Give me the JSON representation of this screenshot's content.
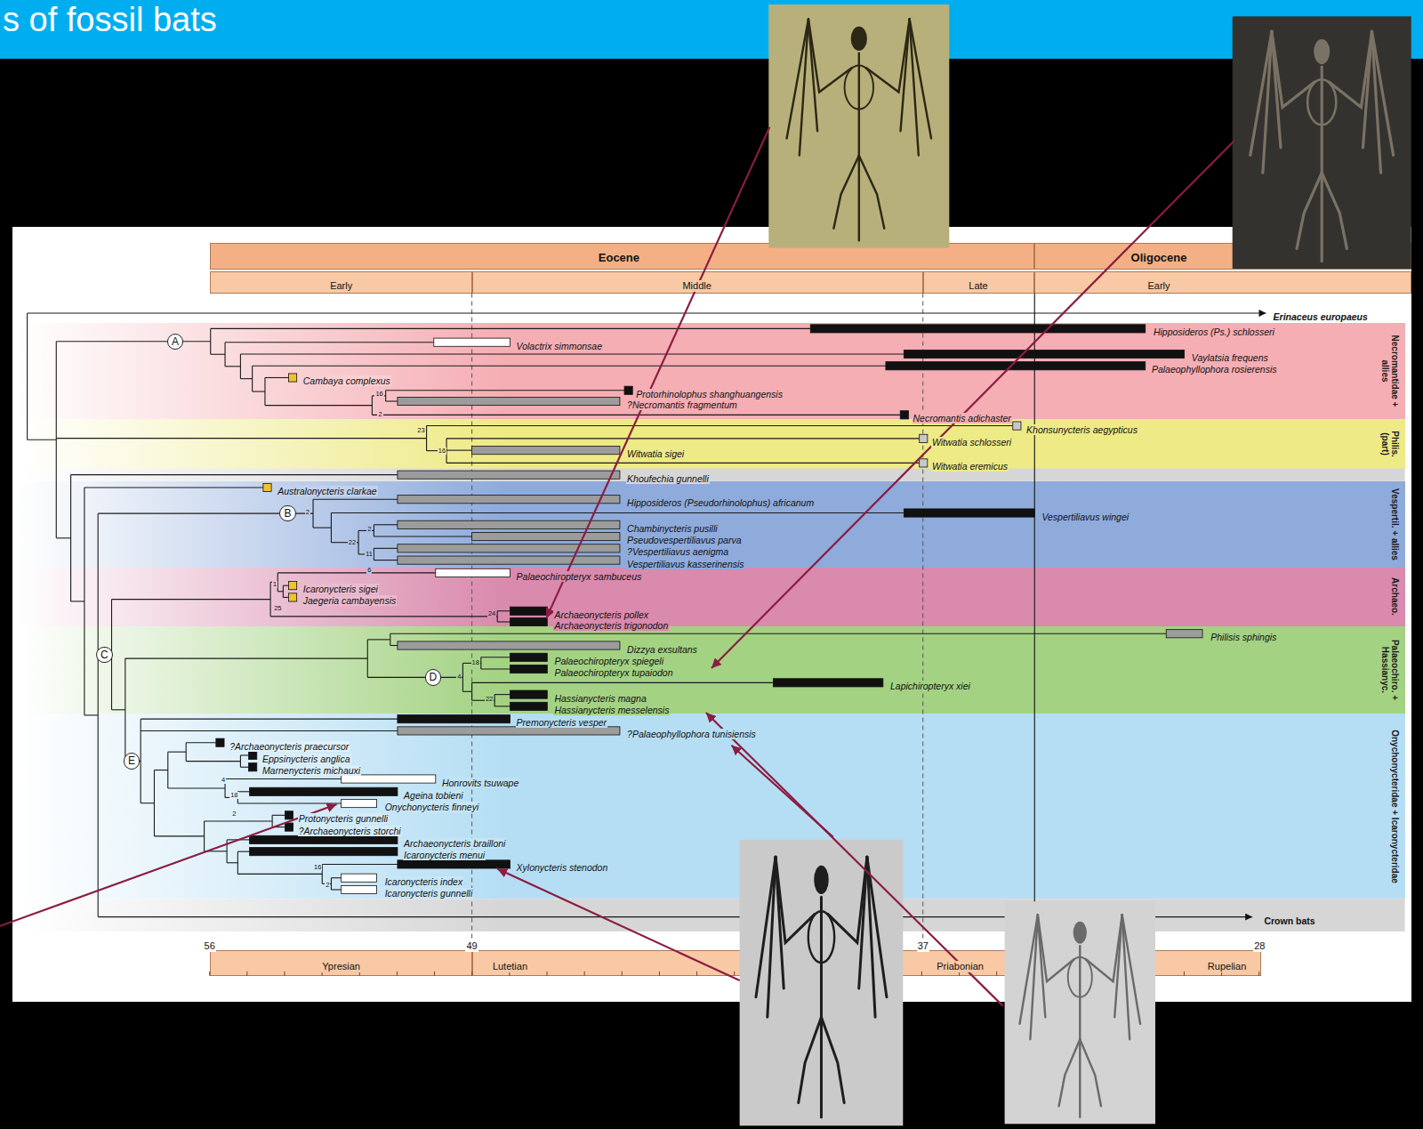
{
  "diagram": {
    "title": "s of fossil bats",
    "nodes": [
      {
        "text": [
          "Eocene"
        ]
      },
      {
        "text": [
          "Oligocene"
        ]
      },
      {
        "text": [
          "Early"
        ]
      },
      {
        "text": [
          "Middle"
        ]
      },
      {
        "text": [
          "Late"
        ]
      },
      {
        "text": [
          "Early"
        ]
      },
      {
        "text": [
          "Necromantidae + allies"
        ]
      },
      {
        "text": [
          "Philis. (part)"
        ]
      },
      {
        "text": [
          "Vespertil. + allies"
        ]
      },
      {
        "text": [
          "Archaeo."
        ]
      },
      {
        "text": [
          "Palaeochiro. + Hassianyc."
        ]
      },
      {
        "text": [
          "Onychonycteridae + Icaronycteridae"
        ]
      },
      {
        "text": [
          "A"
        ],
        "in": 6
      },
      {
        "text": [
          "B"
        ],
        "in": 8
      },
      {
        "text": [
          "C"
        ],
        "in": 10
      },
      {
        "text": [
          "D"
        ],
        "in": 10
      },
      {
        "text": [
          "E"
        ],
        "in": 11
      },
      {
        "text": [
          "Ypresian"
        ]
      },
      {
        "text": [
          "Lutetian"
        ]
      },
      {
        "text": [
          "Priabonian"
        ]
      },
      {
        "text": [
          "Rupelian"
        ]
      }
    ],
    "labels": [
      "Erinaceus europaeus",
      "Hipposideros (Ps.) schlosseri",
      "Volactrix simmonsae",
      "Vaylatsia frequens",
      "Palaeophyllophora rosierensis",
      "Cambaya complexus",
      "Protorhinolophus shanghuangensis",
      "?Necromantis fragmentum",
      "Necromantis adichaster",
      "Khonsunycteris aegypticus",
      "Witwatia schlosseri",
      "Witwatia sigei",
      "Witwatia eremicus",
      "Khoufechia gunnelli",
      "Australonycteris clarkae",
      "Hipposideros (Pseudorhinolophus) africanum",
      "Vespertiliavus wingei",
      "Chambinycteris pusilli",
      "Pseudovespertiliavus parva",
      "?Vespertiliavus aenigma",
      "Vespertiliavus kasserinensis",
      "Palaeochiropteryx sambuceus",
      "Icaronycteris sigei",
      "Jaegeria cambayensis",
      "Archaeonycteris pollex",
      "Archaeonycteris trigonodon",
      "Philisis sphingis",
      "Dizzya exsultans",
      "Palaeochiropteryx spiegeli",
      "Palaeochiropteryx tupaiodon",
      "Lapichiropteryx xiei",
      "Hassianycteris magna",
      "Hassianycteris messelensis",
      "Premonycteris vesper",
      "?Palaeophyllophora tunisiensis",
      "?Archaeonycteris praecursor",
      "Eppsinycteris anglica",
      "Marnenycteris michauxi",
      "Honrovits tsuwape",
      "Ageina tobieni",
      "Onychonycteris finneyi",
      "Protonycteris gunnelli",
      "?Archaeonycteris storchi",
      "Archaeonycteris brailloni",
      "Icaronycteris menui",
      "Xylonycteris stenodon",
      "Icaronycteris index",
      "Icaronycteris gunnelli",
      "Crown bats",
      "16",
      "2",
      "23",
      "16",
      "2",
      "22",
      "2",
      "11",
      "6",
      "1",
      "25",
      "24",
      "18",
      "4",
      "22",
      "4",
      "18",
      "2",
      "16",
      "2",
      "56",
      "49",
      "37",
      "28"
    ]
  }
}
